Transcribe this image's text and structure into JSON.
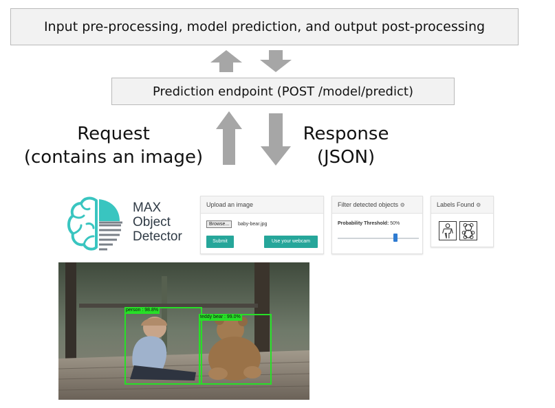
{
  "pipeline": {
    "top_box": "Input pre-processing, model prediction, and output post-processing",
    "mid_box": "Prediction endpoint (POST /model/predict)",
    "request_label_line1": "Request",
    "request_label_line2": "(contains an image)",
    "response_label_line1": "Response",
    "response_label_line2": "(JSON)"
  },
  "app": {
    "logo_line1": "MAX",
    "logo_line2": "Object",
    "logo_line3": "Detector",
    "upload_panel": {
      "title": "Upload an image",
      "browse_label": "Browse...",
      "file_name": "baby-bear.jpg",
      "submit_label": "Submit",
      "webcam_label": "Use your webcam"
    },
    "filter_panel": {
      "title": "Filter detected objects",
      "threshold_label": "Probability Threshold:",
      "threshold_value": "50%",
      "threshold_fraction": 0.5
    },
    "labels_panel": {
      "title": "Labels Found",
      "labels": [
        "person",
        "teddy bear"
      ]
    },
    "detections": [
      {
        "label": "person : 98.8%"
      },
      {
        "label": "teddy bear : 99.0%"
      }
    ]
  },
  "colors": {
    "arrow_gray": "#a6a6a6",
    "teal": "#26a69a",
    "detection_green": "#27e027"
  }
}
